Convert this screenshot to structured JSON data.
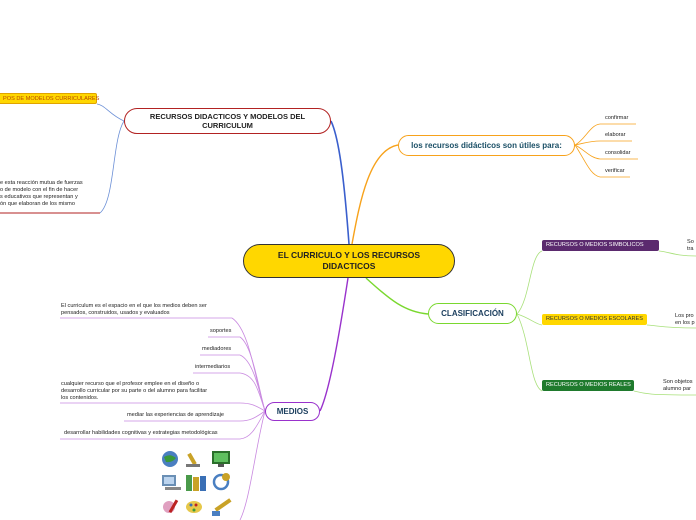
{
  "central": "EL CURRICULO Y LOS RECURSOS DIDACTICOS",
  "left_top": {
    "title": "RECURSOS DIDACTICOS Y MODELOS DEL CURRICULUM",
    "tag": "POS DE MODELOS CURRICULARES",
    "text": "e esta reacción mutua de fuerzas\no de modelo con el fin de hacer\ns educativos que representan y\nón que elaboran de los mismo"
  },
  "right_top": {
    "title": "los recursos didácticos son útiles para:",
    "items": [
      "confirmar",
      "elaborar",
      "consolidar",
      "verificar"
    ]
  },
  "clasificacion": {
    "title": "CLASIFICACIÓN",
    "simbolicos": {
      "label": "RECURSOS O MEDIOS SIMBOLICOS",
      "text": "So\ntra"
    },
    "escolares": {
      "label": "RECURSOS O MEDIOS ESCOLARES",
      "text": "Los pro\nen los p"
    },
    "reales": {
      "label": "RECURSOS O MEDIOS REALES",
      "text": "Son objetos\nalumno par"
    }
  },
  "medios": {
    "title": "MEDIOS",
    "items": [
      "El curriculum es el espacio en el que los medios deben ser\npensados, construidos, usados y evaluados",
      "soportes",
      "mediadores",
      "intermediarios",
      "cualquier recurso que el profesor emplee en el diseño o\ndesarrollo curricular por su parte o del alumno para facilitar\nlos contenidos.",
      "mediar las experiencias de aprendizaje",
      "desarrollar habilidades cognitivas y estrategias metodológicas"
    ]
  },
  "colors": {
    "red": "#b22222",
    "orange": "#f7a21b",
    "green": "#7ad82f",
    "purple": "#9932cc",
    "blue": "#3a5fcd"
  }
}
